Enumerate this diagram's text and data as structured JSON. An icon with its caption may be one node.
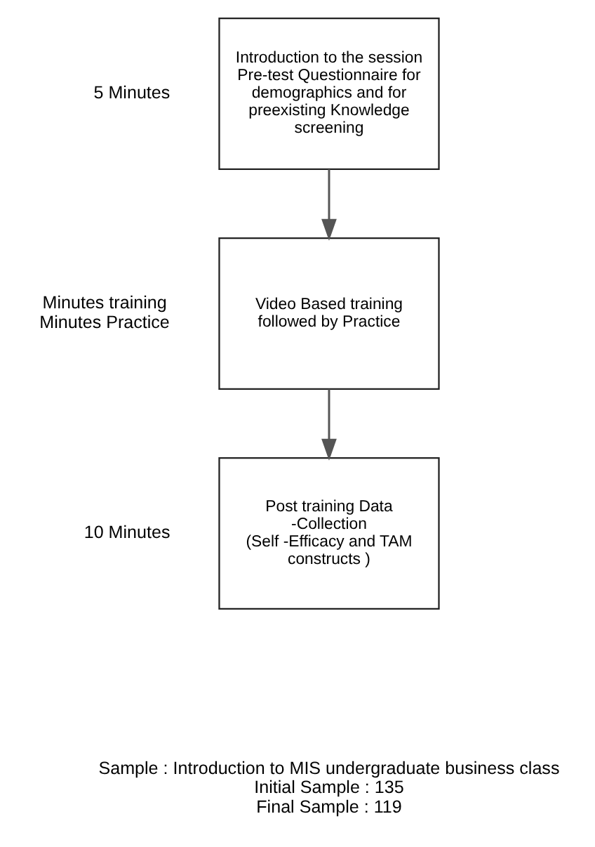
{
  "diagram": {
    "nodes": [
      {
        "text": [
          "Introduction to the session",
          "Pre-test Questionnaire for demographics and for preexisting Knowledge screening"
        ],
        "beside": [
          "5 Minutes"
        ]
      },
      {
        "text": [
          "Video Based training followed by Practice"
        ],
        "beside": [
          "Minutes training",
          "Minutes Practice"
        ]
      },
      {
        "text": [
          "Post training Data -Collection",
          "(Self -Efficacy and TAM constructs )"
        ],
        "beside": [
          "10 Minutes"
        ]
      }
    ],
    "edges": [
      {
        "from": 0,
        "to": 1,
        "arrow": "to"
      },
      {
        "from": 1,
        "to": 2,
        "arrow": "to"
      }
    ],
    "labels": [
      "Sample : Introduction to MIS undergraduate business class",
      "Initial Sample : 135",
      "Final Sample : 119"
    ]
  }
}
